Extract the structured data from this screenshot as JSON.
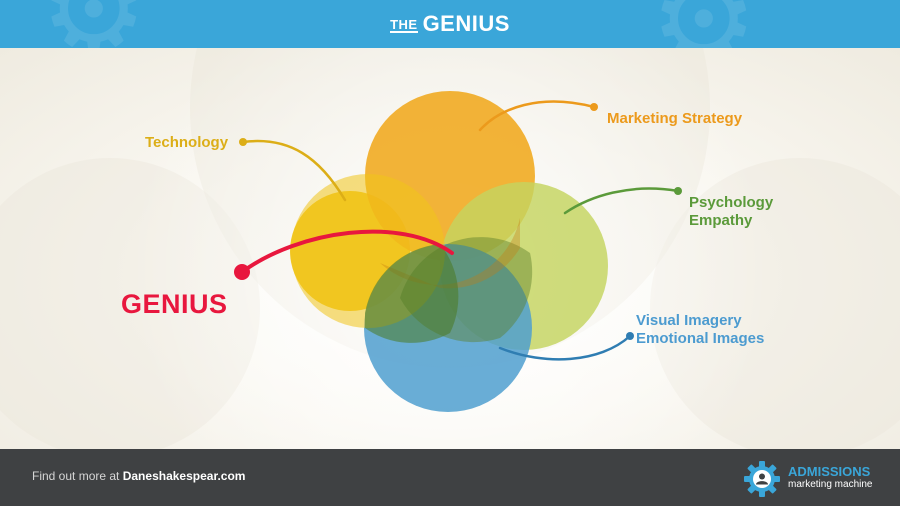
{
  "header": {
    "title_prefix": "THE",
    "title_main": "GENIUS"
  },
  "diagram": {
    "center_label": "GENIUS",
    "circles": [
      {
        "name": "Technology",
        "color": "#f0c419"
      },
      {
        "name": "Marketing Strategy",
        "color": "#f0a81d"
      },
      {
        "name": "Psychology Empathy",
        "color": "#c5d45f"
      },
      {
        "name": "Visual Imagery Emotional Images",
        "color": "#4f9fcf"
      }
    ],
    "labels": {
      "technology": "Technology",
      "marketing": "Marketing Strategy",
      "psychology_line1": "Psychology",
      "psychology_line2": "Empathy",
      "visual_line1": "Visual Imagery",
      "visual_line2": "Emotional Images"
    },
    "colors": {
      "technology": "#dcae17",
      "marketing": "#ec9a1c",
      "psychology": "#5b9a3a",
      "visual": "#4c9bd0",
      "genius": "#e8173e",
      "header": "#3aa6d9",
      "footer": "#3f4143"
    }
  },
  "footer": {
    "text_prefix": "Find out more at",
    "link": "Daneshakespear.com",
    "logo_title": "ADMISSIONS",
    "logo_subtitle": "marketing machine"
  }
}
